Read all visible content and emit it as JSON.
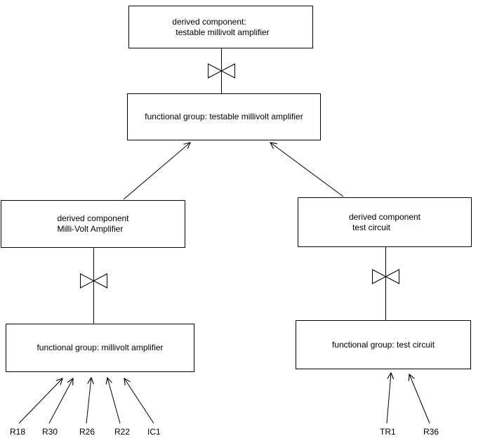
{
  "diagram": {
    "top_box": {
      "line1": "derived component:",
      "line2": "testable millivolt amplifier"
    },
    "fg_testable": {
      "label": "functional group: testable millivolt amplifier"
    },
    "dc_millivolt": {
      "line1": "derived component",
      "line2": "Milli-Volt Amplifier"
    },
    "dc_test": {
      "line1": "derived component",
      "line2": "test circuit"
    },
    "fg_millivolt": {
      "label": "functional group: millivolt amplifier"
    },
    "fg_test": {
      "label": "functional group: test circuit"
    },
    "components_left": [
      "R18",
      "R30",
      "R26",
      "R22",
      "IC1"
    ],
    "components_right": [
      "TR1",
      "R36"
    ],
    "colors": {
      "line": "#000000",
      "box_bg": "#ffffff"
    }
  }
}
